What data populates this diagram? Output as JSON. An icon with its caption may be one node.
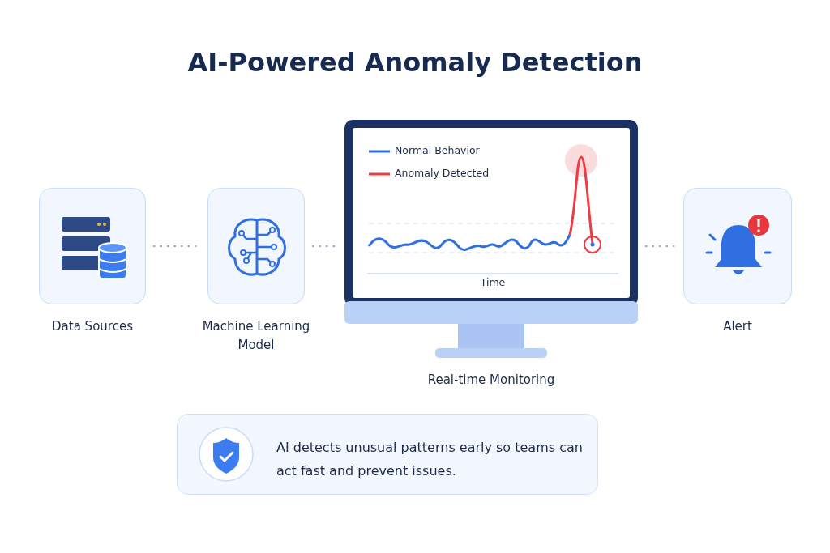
{
  "diagram": {
    "title": "AI-Powered Anomaly Detection",
    "nodes": [
      {
        "text": [
          "Data Sources"
        ]
      },
      {
        "text": [
          "Machine Learning Model"
        ]
      },
      {
        "text": [
          "Real-time Monitoring"
        ]
      },
      {
        "text": [
          "Alert"
        ]
      },
      {
        "text": [
          "AI detects unusual patterns early so teams can act fast and prevent issues."
        ]
      }
    ],
    "edges": [
      {
        "from": 0,
        "to": 1,
        "arrow": "none",
        "style": "dashed"
      },
      {
        "from": 1,
        "to": 2,
        "arrow": "none",
        "style": "dashed"
      },
      {
        "from": 2,
        "to": 3,
        "arrow": "none",
        "style": "dashed"
      }
    ],
    "labels": [
      "Time"
    ],
    "legend": [
      {
        "text": "Normal Behavior"
      },
      {
        "text": "Anomaly Detected"
      }
    ]
  }
}
